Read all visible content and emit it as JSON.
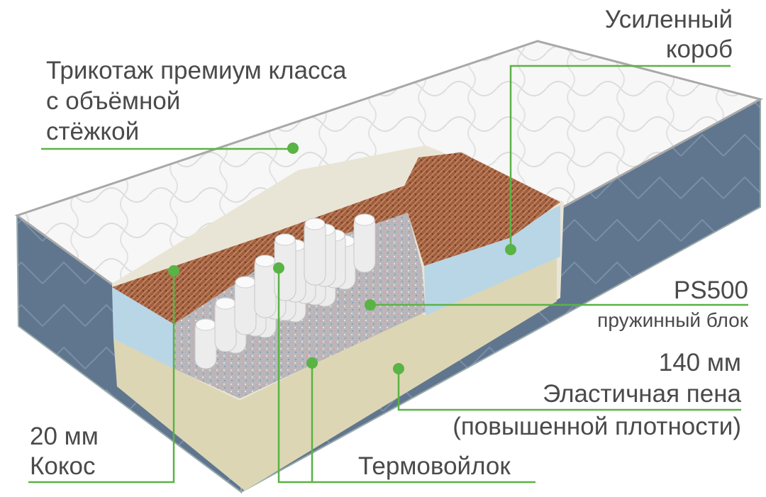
{
  "colors": {
    "accent": "#5ab345",
    "text": "#4a4a4a",
    "side": "#5f7590",
    "coconut": "#9b5a3c",
    "foam_blue": "#b9d6e6",
    "foam_cream": "#ddd6b4"
  },
  "labels": {
    "knit": [
      "Трикотаж премиум класса",
      "с объёмной",
      "стёжкой"
    ],
    "box": [
      "Усиленный",
      "короб"
    ],
    "spring": [
      "PS500",
      "пружинный блок"
    ],
    "foam": [
      "140 мм",
      "Эластичная пена",
      "(повышенной плотности)"
    ],
    "coconut": [
      "20 мм",
      "Кокос"
    ],
    "felt": "Термовойлок"
  }
}
